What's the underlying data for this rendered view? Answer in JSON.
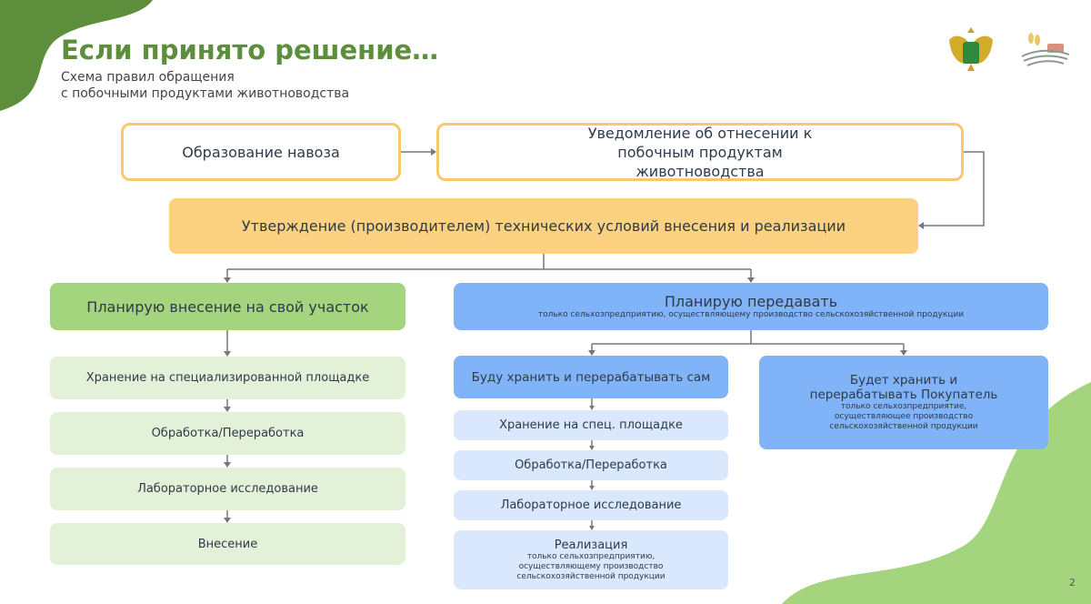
{
  "header": {
    "title": "Если принято решение…",
    "subtitle_line1": "Схема правил обращения",
    "subtitle_line2": "с побочными продуктами животноводства",
    "page_number": "2"
  },
  "flow": {
    "step1": "Образование навоза",
    "step2": "Уведомление об отнесении к побочным продуктам животноводства",
    "step3": "Утверждение (производителем) технических условий внесения и реализации",
    "left": {
      "title": "Планирую внесение на свой участок",
      "steps": [
        "Хранение на специализированной площадке",
        "Обработка/Переработка",
        "Лабораторное исследование",
        "Внесение"
      ]
    },
    "right": {
      "title": "Планирую передавать",
      "note": "только сельхозпредприятию, осуществляющему производство сельскохозяйственной продукции",
      "self": {
        "title": "Буду хранить и перерабатывать сам",
        "steps": [
          "Хранение на спец. площадке",
          "Обработка/Переработка",
          "Лабораторное исследование"
        ],
        "final_title": "Реализация",
        "final_note": "только сельхозпредприятию, осуществляющему производство сельскохозяйственной продукции"
      },
      "buyer": {
        "title": "Будет хранить и перерабатывать Покупатель",
        "note": "только сельхозпредприятие, осуществляющее производство сельскохозяйственной продукции"
      }
    }
  },
  "colors": {
    "green": "#5d8e3b",
    "orange": "#fcd181",
    "blue": "#80b3f7"
  }
}
